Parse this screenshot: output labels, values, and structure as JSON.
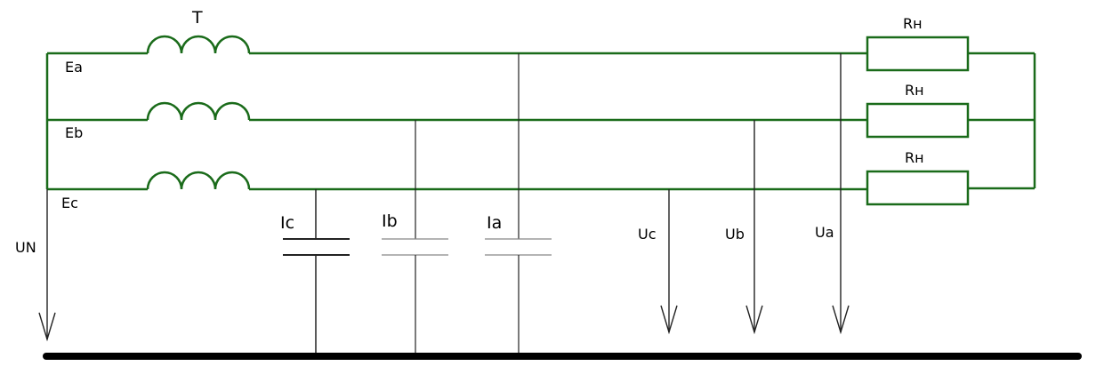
{
  "colors": {
    "phase_wire": "#1a6b1a",
    "thin_wire": "#222222",
    "capacitor_dim": "#888888",
    "ground_bus": "#000000"
  },
  "labels": {
    "transformer": "T",
    "emf_a": "Ea",
    "emf_b": "Eb",
    "emf_c": "Ec",
    "neutral_voltage": "UN",
    "load_a": "Rн",
    "load_b": "Rн",
    "load_c": "Rн",
    "current_c": "Ic",
    "current_b": "Ib",
    "current_a": "Ia",
    "voltage_c": "Uc",
    "voltage_b": "Ub",
    "voltage_a": "Ua"
  }
}
